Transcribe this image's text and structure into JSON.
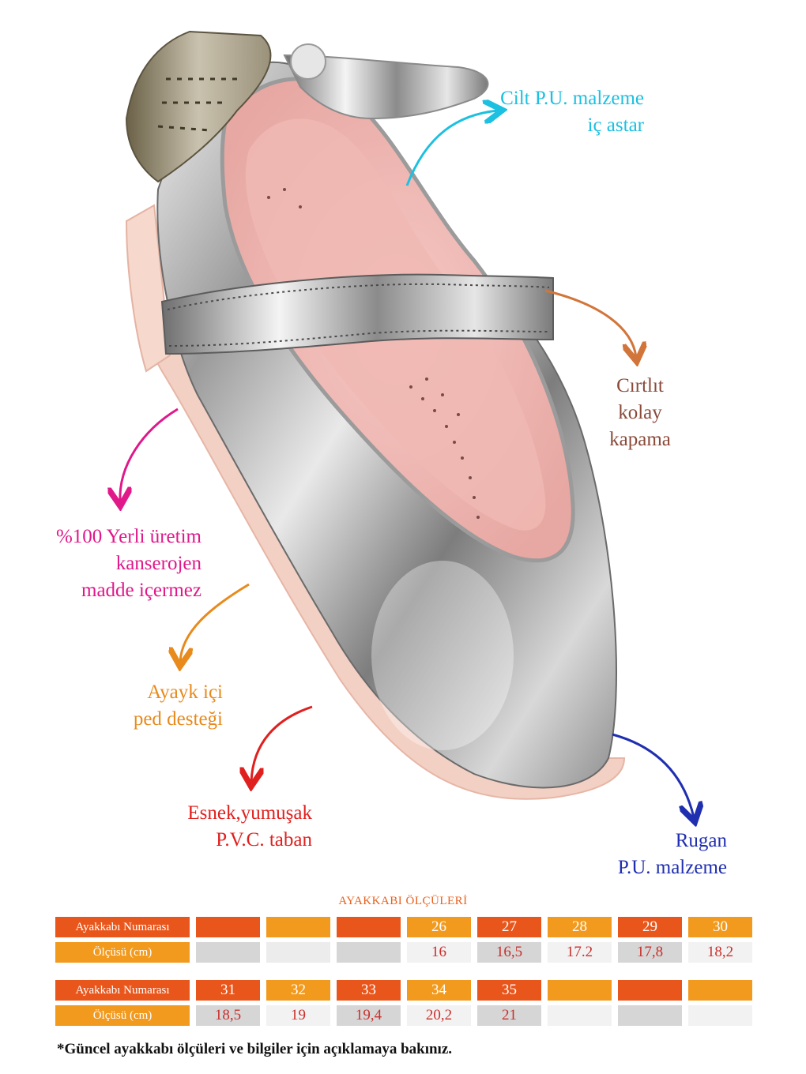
{
  "annotations": {
    "lining": [
      "Cilt P.U. malzeme",
      "iç astar"
    ],
    "velcro": [
      "Cırtlıt",
      "kolay",
      "kapama"
    ],
    "production": [
      "%100 Yerli üretim",
      "kanserojen",
      "madde içermez"
    ],
    "insole": [
      "Ayayk içi",
      "ped desteği"
    ],
    "sole": [
      "Esnek,yumuşak",
      "P.V.C. taban"
    ],
    "upper": [
      "Rugan",
      "P.U. malzeme"
    ]
  },
  "colors": {
    "lining": "#1cc0e0",
    "velcro": "#8a4a3a",
    "velcro_arrow": "#d2753a",
    "production": "#e0188a",
    "insole": "#e88a1c",
    "sole": "#e0201e",
    "upper": "#1f2fb0",
    "header_dark": "#e8561c",
    "header_light": "#f29a1e",
    "empty_cell": "#d6d6d6",
    "value_cell": "#f2f2f2"
  },
  "size_table": {
    "title": "AYAKKABI ÖLÇÜLERİ",
    "rows": [
      {
        "label": "Ayakkabı Numarası",
        "kind": "number",
        "values": [
          "",
          "",
          "",
          "26",
          "27",
          "28",
          "29",
          "30"
        ]
      },
      {
        "label": "Ölçüsü (cm)",
        "kind": "measure",
        "values": [
          "",
          "",
          "",
          "16",
          "16,5",
          "17.2",
          "17,8",
          "18,2"
        ]
      },
      {
        "label": "Ayakkabı Numarası",
        "kind": "number",
        "values": [
          "31",
          "32",
          "33",
          "34",
          "35",
          "",
          "",
          ""
        ]
      },
      {
        "label": "Ölçüsü (cm)",
        "kind": "measure",
        "values": [
          "18,5",
          "19",
          "19,4",
          "20,2",
          "21",
          "",
          "",
          ""
        ]
      }
    ]
  },
  "footnote": "*Güncel ayakkabı ölçüleri ve bilgiler için açıklamaya bakınız."
}
